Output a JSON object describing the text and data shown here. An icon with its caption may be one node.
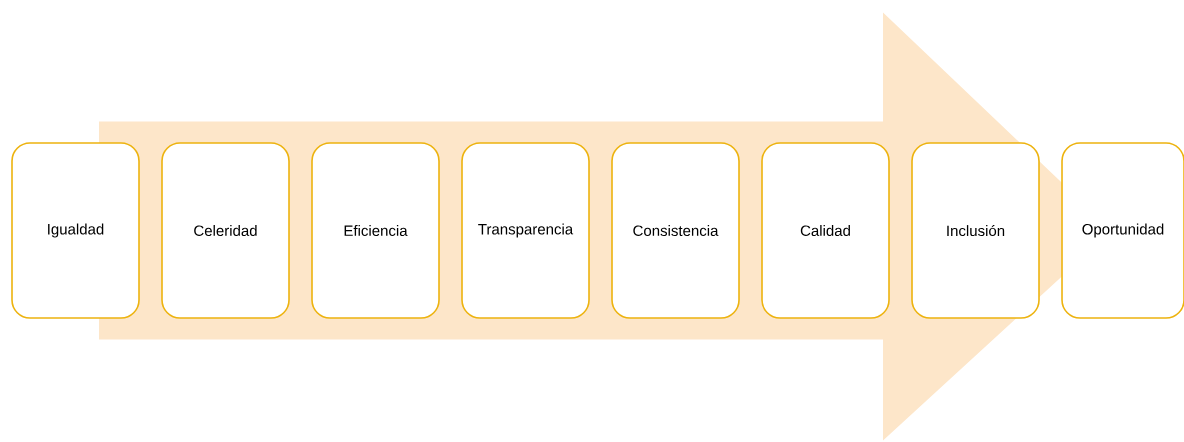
{
  "diagram": {
    "nodes": [
      {
        "text": [
          "Igualdad"
        ]
      },
      {
        "text": [
          "Celeridad"
        ]
      },
      {
        "text": [
          "Eficiencia"
        ]
      },
      {
        "text": [
          "Transparencia"
        ]
      },
      {
        "text": [
          "Consistencia"
        ]
      },
      {
        "text": [
          "Calidad"
        ]
      },
      {
        "text": [
          "Inclusión"
        ]
      },
      {
        "text": [
          "Oportunidad"
        ]
      }
    ],
    "edges": [
      {
        "from": 0,
        "to": 7,
        "arrow": "to",
        "color": "#fde6c9"
      }
    ]
  }
}
